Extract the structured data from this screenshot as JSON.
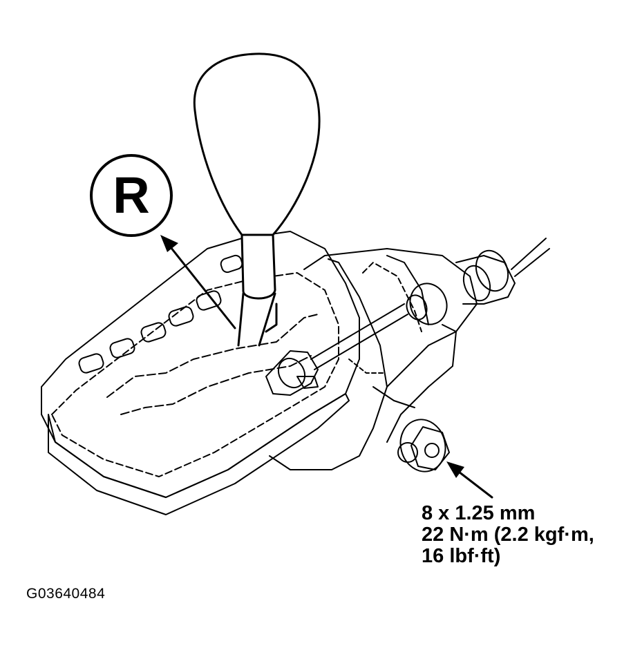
{
  "figure": {
    "position_label": "R",
    "spec": {
      "line1": "8 x 1.25 mm",
      "line2": "22 N·m (2.2 kgf·m,",
      "line3": "16 lbf·ft)"
    },
    "figure_id": "G03640484"
  }
}
